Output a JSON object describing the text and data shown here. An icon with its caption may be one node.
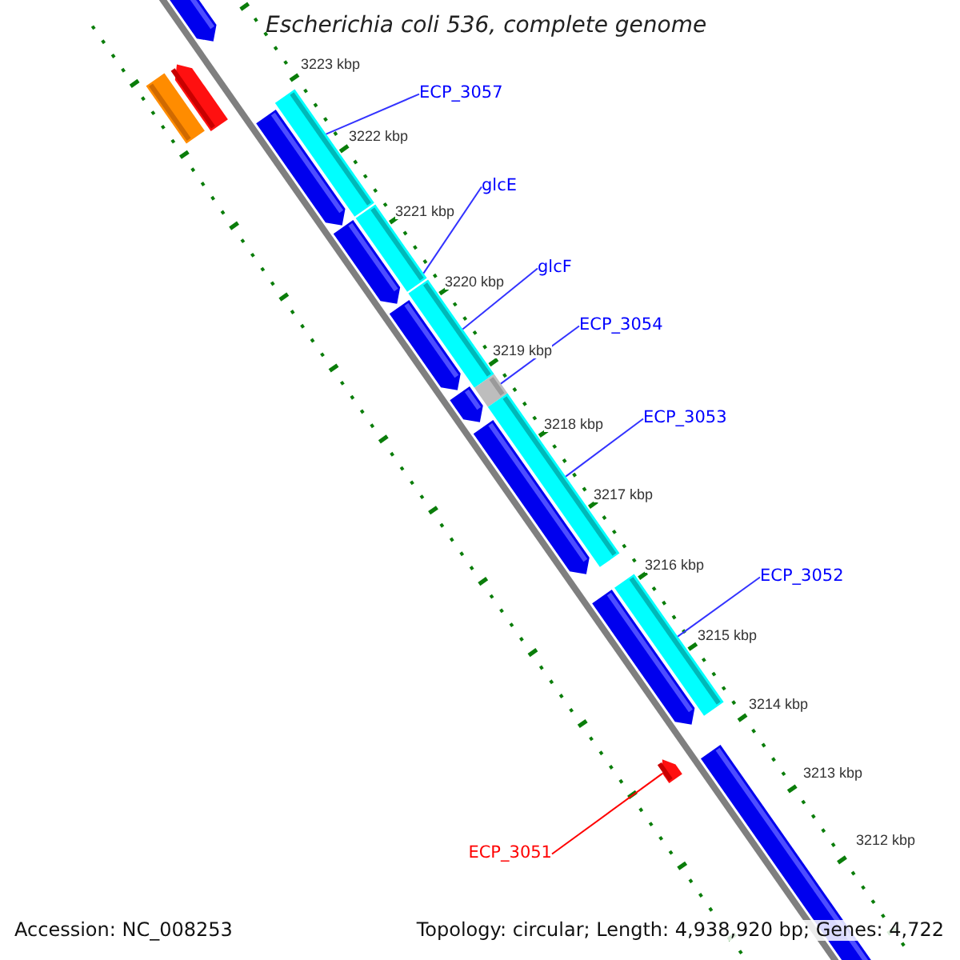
{
  "diagram": {
    "title": "Escherichia coli 536, complete genome",
    "nodes": [
      {
        "text": [
          "ECP_3057"
        ]
      },
      {
        "text": [
          "glcE"
        ]
      },
      {
        "text": [
          "glcF"
        ]
      },
      {
        "text": [
          "ECP_3054"
        ]
      },
      {
        "text": [
          "ECP_3053"
        ]
      },
      {
        "text": [
          "ECP_3052"
        ]
      },
      {
        "text": [
          "ECP_3051"
        ]
      },
      {
        "text": [],
        "shape": "bar"
      },
      {
        "text": [],
        "shape": "bar"
      },
      {
        "text": [],
        "shape": "bar"
      },
      {
        "text": [],
        "shape": "bar"
      },
      {
        "text": [],
        "shape": "bar"
      },
      {
        "text": [],
        "shape": "bar"
      },
      {
        "text": [],
        "shape": "bar"
      }
    ],
    "edges": [
      {
        "from": 0,
        "to": 7,
        "arrow": "none"
      },
      {
        "from": 1,
        "to": 8,
        "arrow": "none"
      },
      {
        "from": 2,
        "to": 9,
        "arrow": "none"
      },
      {
        "from": 3,
        "to": 10,
        "arrow": "none"
      },
      {
        "from": 4,
        "to": 11,
        "arrow": "none"
      },
      {
        "from": 5,
        "to": 12,
        "arrow": "none"
      },
      {
        "from": 6,
        "to": 13,
        "arrow": "none",
        "color": "#ff0000"
      }
    ],
    "labels": [
      "3223 kbp",
      "3222 kbp",
      "3221 kbp",
      "3220 kbp",
      "3219 kbp",
      "3218 kbp",
      "3217 kbp",
      "3216 kbp",
      "3215 kbp",
      "3214 kbp",
      "3213 kbp",
      "3212 kbp",
      "Accession: NC_008253",
      "Topology: circular; Length: 4,938,920 bp; Genes: 4,722"
    ]
  }
}
